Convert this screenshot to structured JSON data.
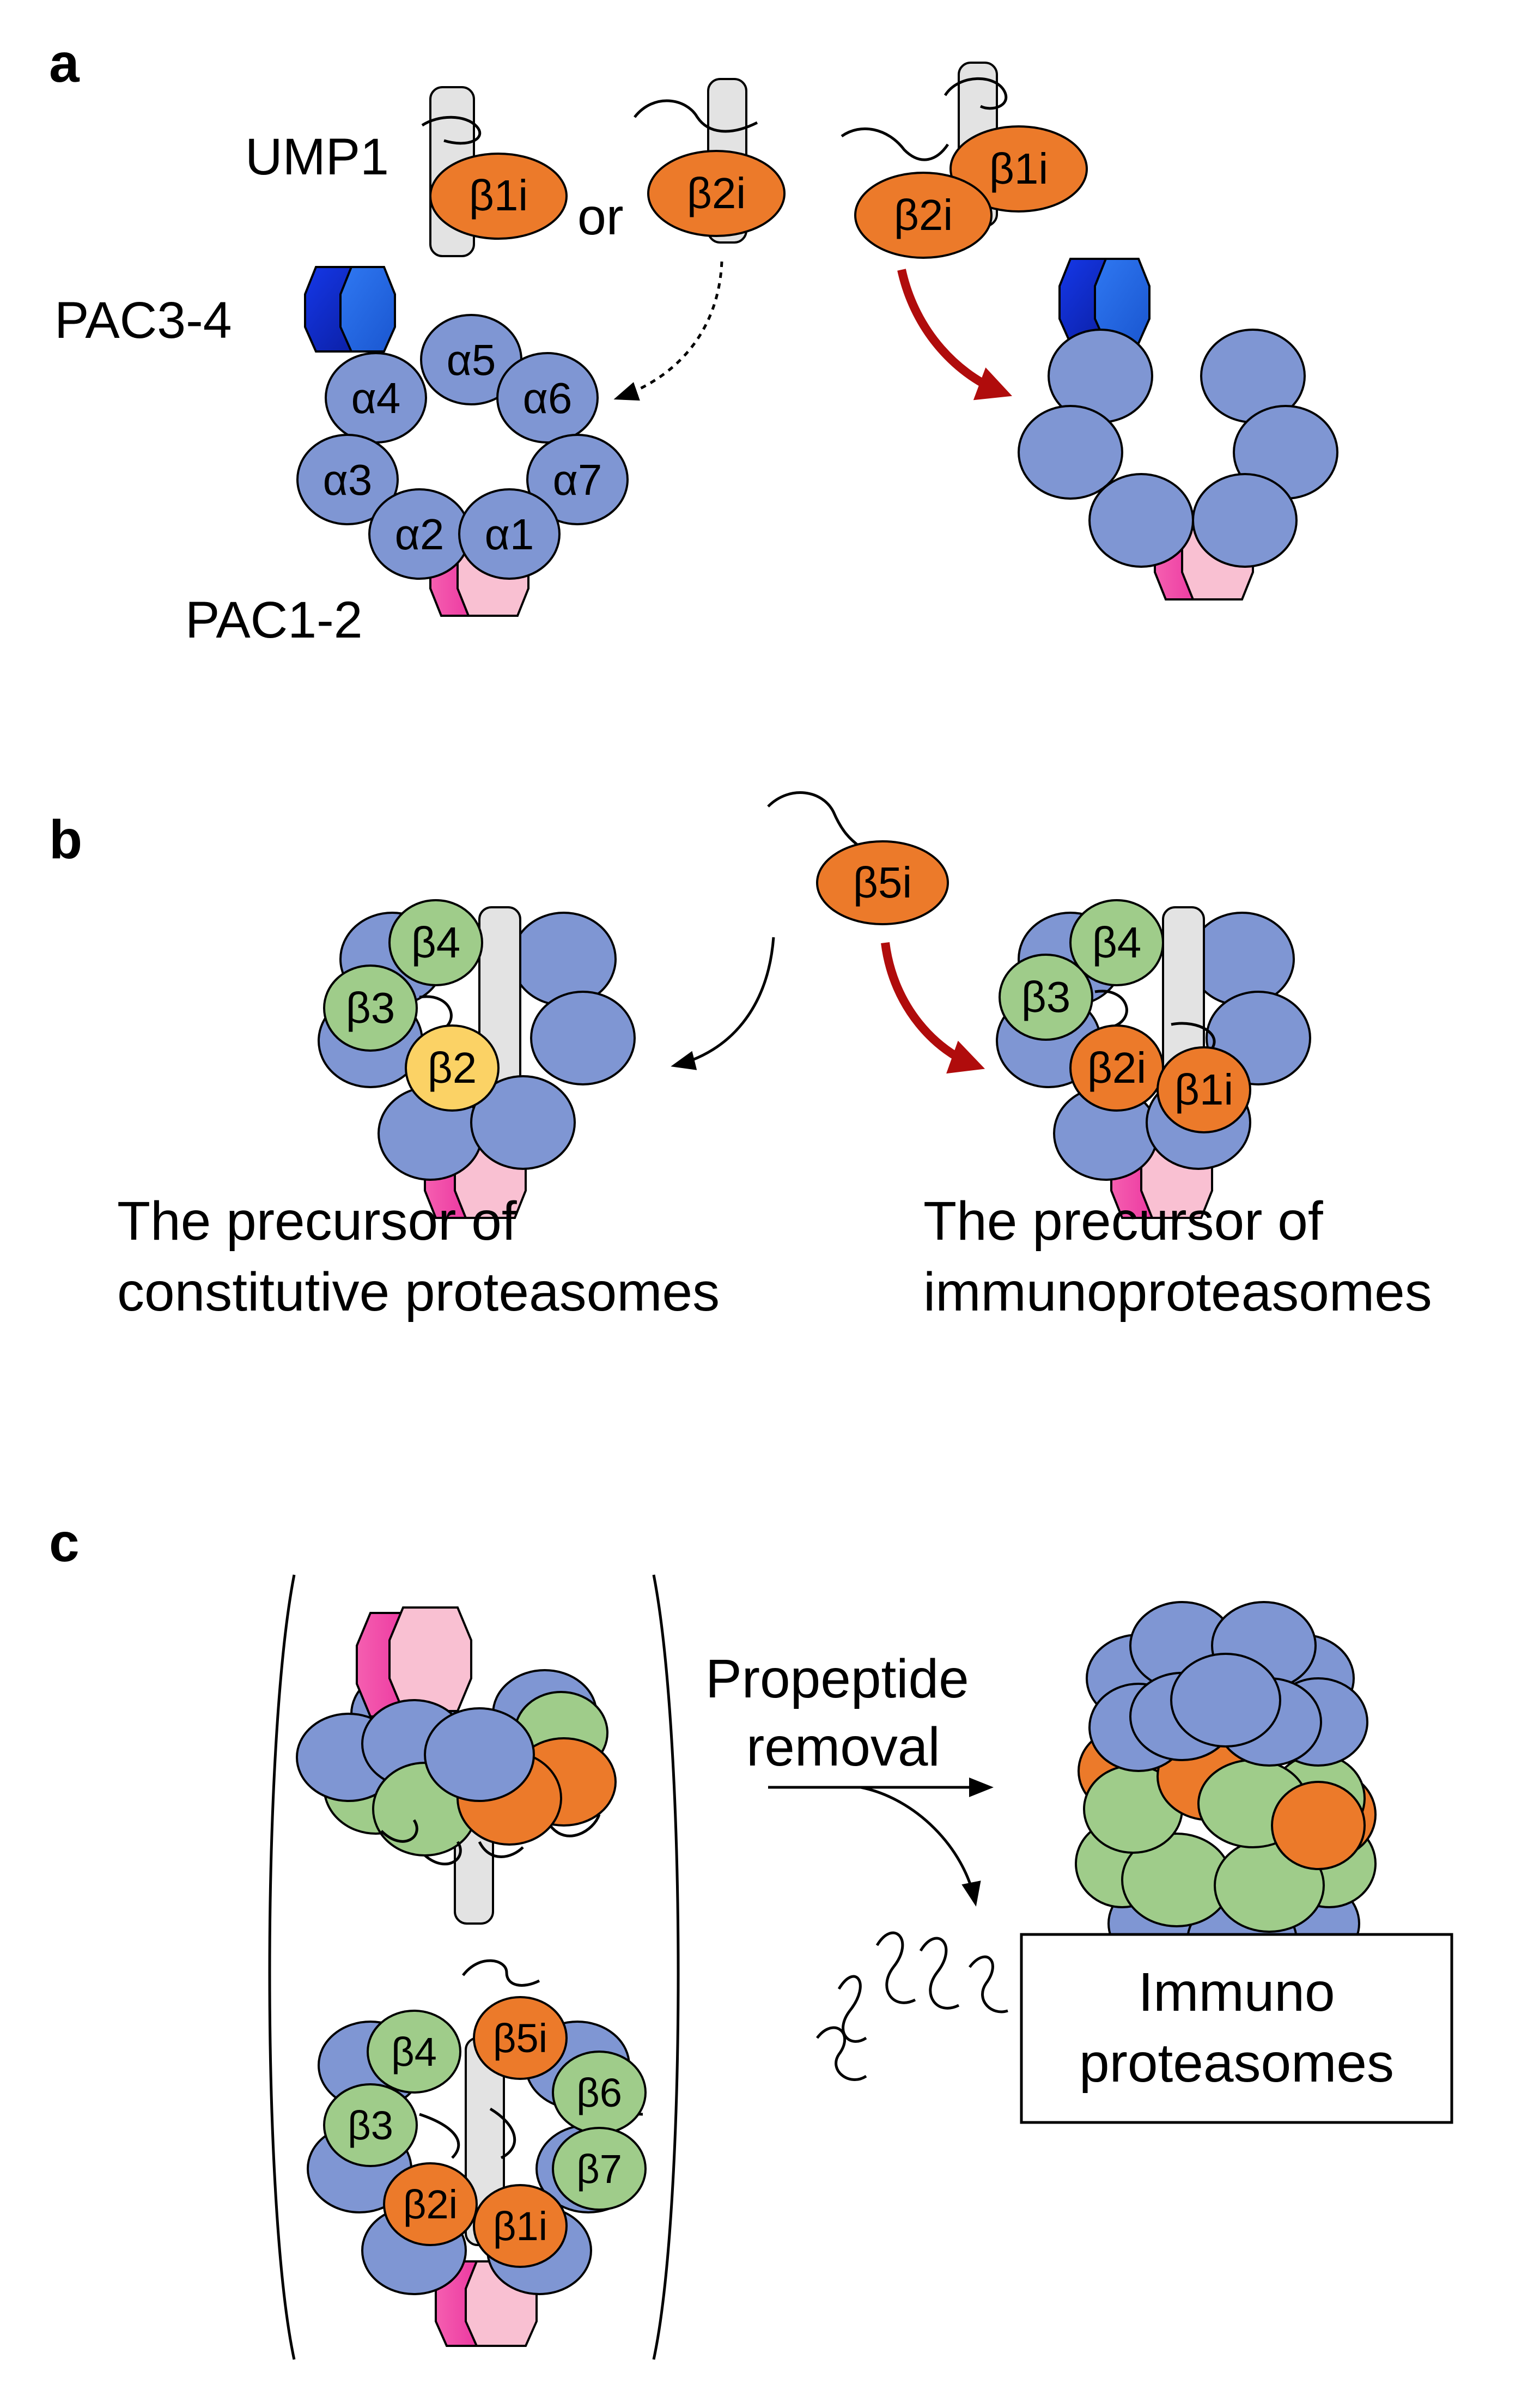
{
  "panels": {
    "a": {
      "label": "a",
      "ump1": "UMP1",
      "or": "or",
      "pac34": "PAC3-4",
      "pac12": "PAC1-2",
      "b1i": "β1i",
      "b2i": "β2i",
      "alpha": [
        "α1",
        "α2",
        "α3",
        "α4",
        "α5",
        "α6",
        "α7"
      ]
    },
    "b": {
      "label": "b",
      "b5i": "β5i",
      "b4": "β4",
      "b3": "β3",
      "b2": "β2",
      "b2i": "β2i",
      "b1i": "β1i",
      "left_caption": [
        "The precursor of",
        "constitutive proteasomes"
      ],
      "right_caption": [
        "The precursor of",
        "immunoproteasomes"
      ]
    },
    "c": {
      "label": "c",
      "arrow_label": [
        "Propeptide",
        "removal"
      ],
      "box_label": [
        "Immuno",
        "proteasomes"
      ],
      "b4": "β4",
      "b5i": "β5i",
      "b6": "β6",
      "b3": "β3",
      "b7": "β7",
      "b2i": "β2i",
      "b1i": "β1i"
    }
  },
  "colors": {
    "alpha_subunit": "#7f96d3",
    "beta_constitutive": "#9fcc8a",
    "beta_immuno": "#ec7a2a",
    "beta2": "#fbd265",
    "pac12": "#f9c0d2",
    "pac12_dark": "#f0409a",
    "pac34": "#1a3ad6",
    "arrow_red": "#b00c0c"
  }
}
